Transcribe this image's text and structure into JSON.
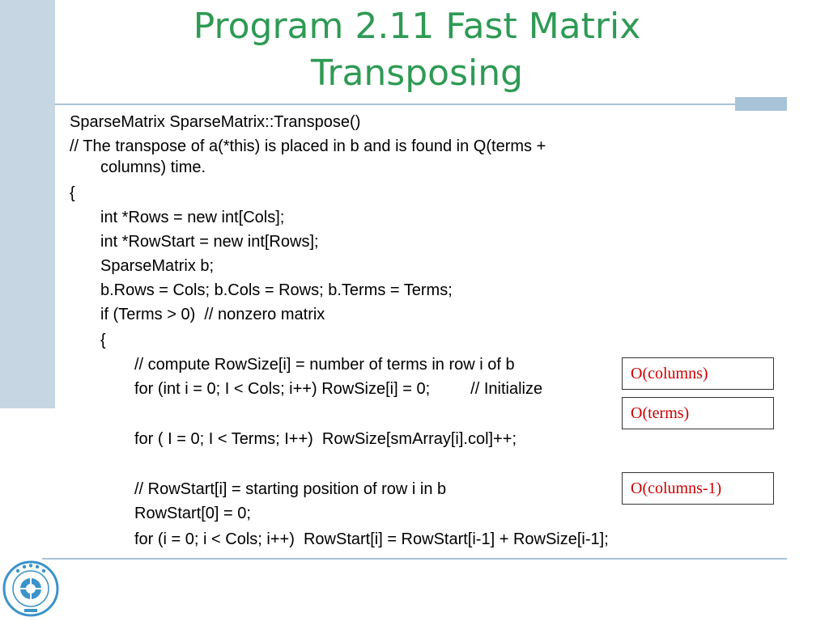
{
  "title": {
    "line1": "Program 2.11 Fast Matrix",
    "line2": "Transposing"
  },
  "code": [
    "SparseMatrix SparseMatrix::Transpose()",
    "// The transpose of a(*this) is placed in b and is found in Q(terms +",
    "columns) time.",
    "{",
    "int *Rows = new int[Cols];",
    "int *RowStart = new int[Rows];",
    "SparseMatrix b;",
    "b.Rows = Cols; b.Cols = Rows; b.Terms = Terms;",
    "if (Terms > 0)  // nonzero matrix",
    "{",
    "// compute RowSize[i] = number of terms in row i of b",
    "for (int i = 0; I < Cols; i++) RowSize[i] = 0;         // Initialize",
    "for ( I = 0; I < Terms; I++)  RowSize[smArray[i].col]++;",
    "// RowStart[i] = starting position of row i in b",
    "RowStart[0] = 0;",
    "for (i = 0; i < Cols; i++)  RowStart[i] = RowStart[i-1] + RowSize[i-1];"
  ],
  "annotations": {
    "columns": "O(columns)",
    "terms": "O(terms)",
    "columns_minus_1": "O(columns-1)"
  },
  "colors": {
    "title": "#2e9a54",
    "accent": "#a9c3d6",
    "annotation": "#cc0000"
  },
  "logo": {
    "icon": "university-seal-icon"
  }
}
